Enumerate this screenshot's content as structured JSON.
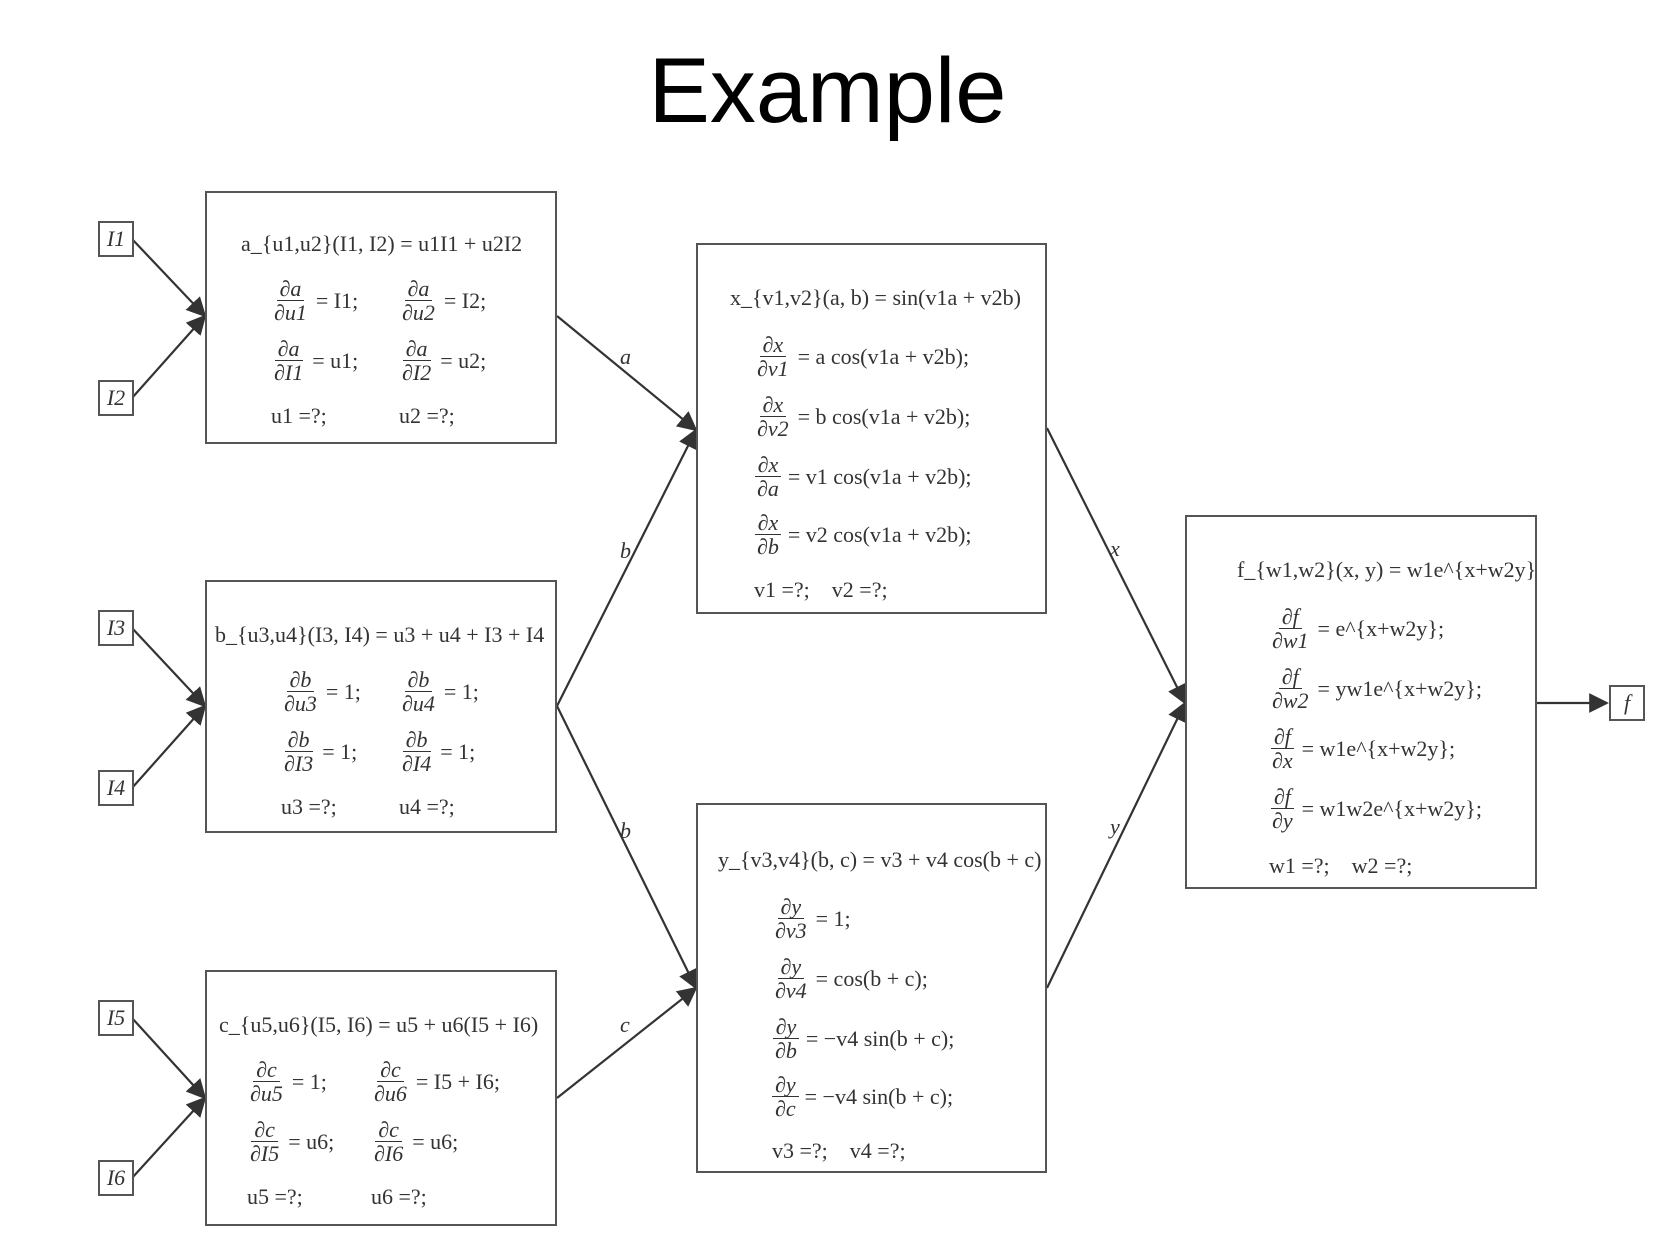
{
  "title": "Example",
  "inputs": {
    "i1": "I1",
    "i2": "I2",
    "i3": "I3",
    "i4": "I4",
    "i5": "I5",
    "i6": "I6",
    "output": "f"
  },
  "edge_labels": {
    "a": "a",
    "b_top": "b",
    "b_bottom": "b",
    "c": "c",
    "x": "x",
    "y": "y"
  },
  "node_a": {
    "head": "a_{u1,u2}(I1, I2) = u1I1 + u2I2",
    "d1": {
      "num": "∂a",
      "den": "∂u1",
      "rhs": "= I1;"
    },
    "d2": {
      "num": "∂a",
      "den": "∂u2",
      "rhs": "= I2;"
    },
    "d3": {
      "num": "∂a",
      "den": "∂I1",
      "rhs": "= u1;"
    },
    "d4": {
      "num": "∂a",
      "den": "∂I2",
      "rhs": "= u2;"
    },
    "unk1": "u1 =?;",
    "unk2": "u2 =?;"
  },
  "node_b": {
    "head": "b_{u3,u4}(I3, I4) = u3 + u4 + I3 + I4",
    "d1": {
      "num": "∂b",
      "den": "∂u3",
      "rhs": "= 1;"
    },
    "d2": {
      "num": "∂b",
      "den": "∂u4",
      "rhs": "= 1;"
    },
    "d3": {
      "num": "∂b",
      "den": "∂I3",
      "rhs": "= 1;"
    },
    "d4": {
      "num": "∂b",
      "den": "∂I4",
      "rhs": "= 1;"
    },
    "unk1": "u3 =?;",
    "unk2": "u4 =?;"
  },
  "node_c": {
    "head": "c_{u5,u6}(I5, I6) = u5 + u6(I5 + I6)",
    "d1": {
      "num": "∂c",
      "den": "∂u5",
      "rhs": "= 1;"
    },
    "d2": {
      "num": "∂c",
      "den": "∂u6",
      "rhs": "= I5 + I6;"
    },
    "d3": {
      "num": "∂c",
      "den": "∂I5",
      "rhs": "= u6;"
    },
    "d4": {
      "num": "∂c",
      "den": "∂I6",
      "rhs": "= u6;"
    },
    "unk1": "u5 =?;",
    "unk2": "u6 =?;"
  },
  "node_x": {
    "head": "x_{v1,v2}(a, b) = sin(v1a + v2b)",
    "d1": {
      "num": "∂x",
      "den": "∂v1",
      "rhs": "= a cos(v1a + v2b);"
    },
    "d2": {
      "num": "∂x",
      "den": "∂v2",
      "rhs": "= b cos(v1a + v2b);"
    },
    "d3": {
      "num": "∂x",
      "den": "∂a",
      "rhs": "= v1 cos(v1a + v2b);"
    },
    "d4": {
      "num": "∂x",
      "den": "∂b",
      "rhs": "= v2 cos(v1a + v2b);"
    },
    "unk": "v1 =?;    v2 =?;"
  },
  "node_y": {
    "head": "y_{v3,v4}(b, c) = v3 + v4 cos(b + c)",
    "d1": {
      "num": "∂y",
      "den": "∂v3",
      "rhs": "= 1;"
    },
    "d2": {
      "num": "∂y",
      "den": "∂v4",
      "rhs": "= cos(b + c);"
    },
    "d3": {
      "num": "∂y",
      "den": "∂b",
      "rhs": "= −v4 sin(b + c);"
    },
    "d4": {
      "num": "∂y",
      "den": "∂c",
      "rhs": "= −v4 sin(b + c);"
    },
    "unk": "v3 =?;    v4 =?;"
  },
  "node_f": {
    "head": "f_{w1,w2}(x, y) = w1e^{x+w2y}",
    "d1": {
      "num": "∂f",
      "den": "∂w1",
      "rhs": "= e^{x+w2y};"
    },
    "d2": {
      "num": "∂f",
      "den": "∂w2",
      "rhs": "= yw1e^{x+w2y};"
    },
    "d3": {
      "num": "∂f",
      "den": "∂x",
      "rhs": "= w1e^{x+w2y};"
    },
    "d4": {
      "num": "∂f",
      "den": "∂y",
      "rhs": "= w1w2e^{x+w2y};"
    },
    "unk": "w1 =?;    w2 =?;"
  }
}
